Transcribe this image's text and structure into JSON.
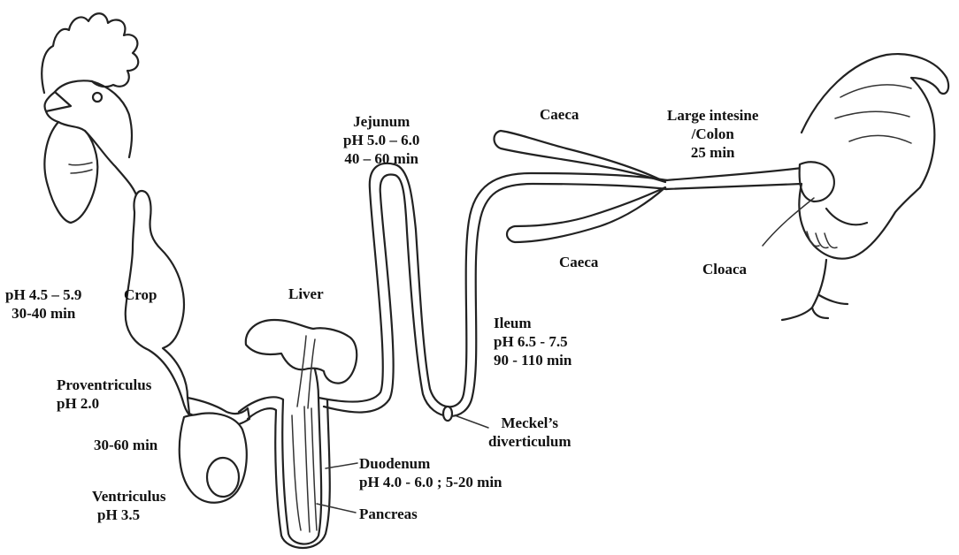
{
  "labels": {
    "crop_ph": "pH 4.5 – 5.9",
    "crop_time": "30-40 min",
    "crop": "Crop",
    "proventriculus": "Proventriculus",
    "proventriculus_ph": "pH 2.0",
    "gizzard_time": "30-60 min",
    "ventriculus": "Ventriculus",
    "ventriculus_ph": "pH 3.5",
    "liver": "Liver",
    "jejunum": "Jejunum",
    "jejunum_ph": "pH 5.0 – 6.0",
    "jejunum_time": "40 – 60 min",
    "ileum": "Ileum",
    "ileum_ph": "pH 6.5 - 7.5",
    "ileum_time": "90 - 110 min",
    "meckel_1": "Meckel’s",
    "meckel_2": "diverticulum",
    "duodenum": "Duodenum",
    "duodenum_info": "pH 4.0 - 6.0 ; 5-20 min",
    "pancreas": "Pancreas",
    "caeca_top": "Caeca",
    "caeca_bottom": "Caeca",
    "large_intestine_1": "Large intesine",
    "large_intestine_2": "/Colon",
    "large_intestine_time": "25 min",
    "cloaca": "Cloaca"
  }
}
